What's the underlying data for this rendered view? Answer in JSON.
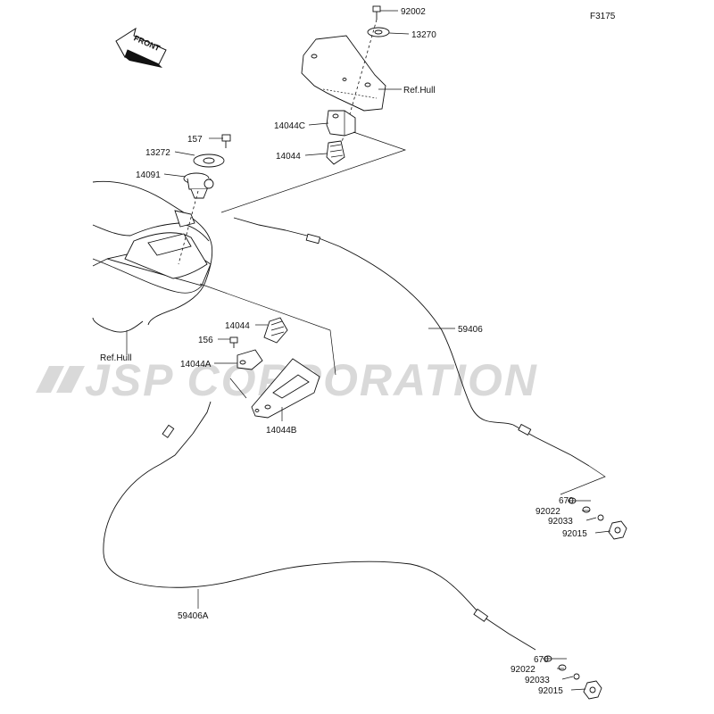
{
  "figure_code": "F3175",
  "watermark": "JSP CORPORATION",
  "front_arrow": "FRONT",
  "parts": {
    "p92002_top": "92002",
    "p13270": "13270",
    "ref_hull_top": "Ref.Hull",
    "p14044C": "14044C",
    "p14044_top": "14044",
    "p157": "157",
    "p13272": "13272",
    "p14091": "14091",
    "p59406": "59406",
    "p14044_mid": "14044",
    "p156": "156",
    "p14044A": "14044A",
    "p14044B": "14044B",
    "ref_hull_left": "Ref.Hull",
    "p670_upper": "670",
    "p92022_upper": "92022",
    "p92033_upper": "92033",
    "p92015_upper": "92015",
    "p59406A": "59406A",
    "p670_lower": "670",
    "p92022_lower": "92022",
    "p92033_lower": "92033",
    "p92015_lower": "92015"
  }
}
